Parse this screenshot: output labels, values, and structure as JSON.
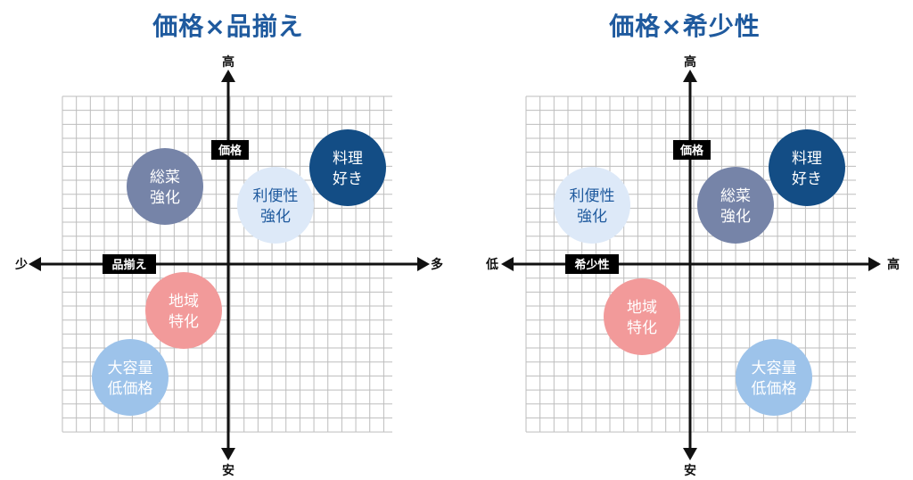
{
  "colors": {
    "title": "#1f5a9e",
    "grid": "#bdbdbd",
    "axis": "#111111",
    "tag_bg": "#000000",
    "tag_text": "#ffffff",
    "souzai": "#7684a8",
    "benri": "#dde9f8",
    "ryouri": "#134d85",
    "chiiki": "#f29a9a",
    "daiyouryou": "#9dc3ea"
  },
  "panels": [
    {
      "title": "価格×品揃え",
      "axis": {
        "top": "高",
        "bottom": "安",
        "left": "少",
        "right": "多",
        "x_tag": "品揃え",
        "y_tag": "価格"
      },
      "circles": [
        {
          "id": "souzai",
          "line1": "総菜",
          "line2": "強化"
        },
        {
          "id": "benri",
          "line1": "利便性",
          "line2": "強化"
        },
        {
          "id": "ryouri",
          "line1": "料理",
          "line2": "好き"
        },
        {
          "id": "chiiki",
          "line1": "地域",
          "line2": "特化"
        },
        {
          "id": "daiyouryou",
          "line1": "大容量",
          "line2": "低価格"
        }
      ]
    },
    {
      "title": "価格×希少性",
      "axis": {
        "top": "高",
        "bottom": "安",
        "left": "低",
        "right": "高",
        "x_tag": "希少性",
        "y_tag": "価格"
      },
      "circles": [
        {
          "id": "benri",
          "line1": "利便性",
          "line2": "強化"
        },
        {
          "id": "souzai",
          "line1": "総菜",
          "line2": "強化"
        },
        {
          "id": "ryouri",
          "line1": "料理",
          "line2": "好き"
        },
        {
          "id": "chiiki",
          "line1": "地域",
          "line2": "特化"
        },
        {
          "id": "daiyouryou",
          "line1": "大容量",
          "line2": "低価格"
        }
      ]
    }
  ]
}
